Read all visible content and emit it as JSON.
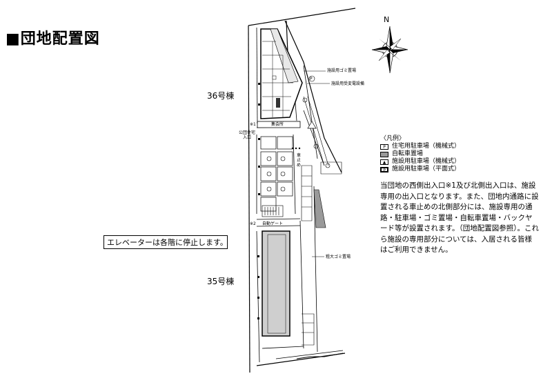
{
  "title": "■団地配置図",
  "buildings": {
    "b36": "36号棟",
    "b35": "35号棟"
  },
  "map_labels": {
    "garbage_facility": "施設用ゴミ置場",
    "substation": "施設用受変電設備",
    "assembly_room": "集会所",
    "public_entrance": "公団住宅入口",
    "car_stop": "車止め",
    "note1": "※1",
    "note2": "※2",
    "auto_gate": "自動ゲート",
    "large_garbage": "粗大ゴミ置場",
    "parking_p": "P"
  },
  "elevator_note": "エレベーターは各階に停止します。",
  "legend": {
    "title": "〈凡例〉",
    "items": [
      {
        "symbol": "P",
        "label": "住宅用駐車場（機械式）"
      },
      {
        "symbol": "",
        "label": "自転車置場"
      },
      {
        "symbol": "▲",
        "label": "施設用駐車場（機械式）"
      },
      {
        "symbol": "P",
        "label": "施設用駐車場（平面式）"
      }
    ]
  },
  "note": "当団地の西側出入口※1及び北側出入口は、施設専用の出入口となります。また、団地内通路に設置される車止めの北側部分には、施設専用の通路・駐車場・ゴミ置場・自転車置場・バックヤード等が設置されます。（団地配置図参照）。これら施設の専用部分については、入居される皆様はご利用できません。",
  "compass": {
    "north": "N"
  }
}
